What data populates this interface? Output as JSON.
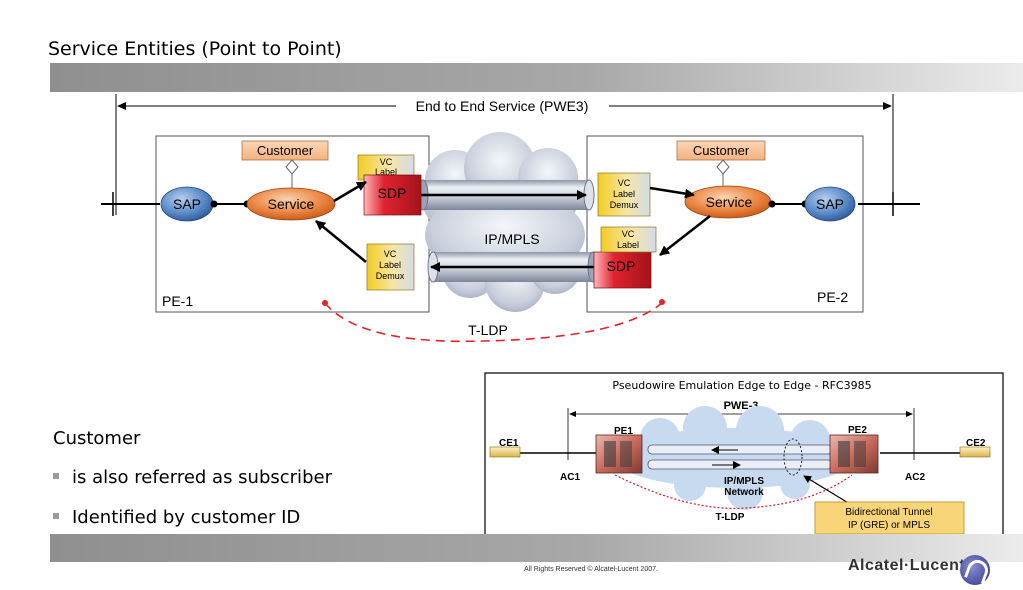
{
  "slide": {
    "title": "Service Entities (Point to Point)",
    "footer": "All Rights Reserved © Alcatel-Lucent 2007.",
    "logo": "Alcatel·Lucent"
  },
  "diagram": {
    "end_to_end_label": "End to End Service (PWE3)",
    "customer_left": "Customer",
    "customer_right": "Customer",
    "sap": "SAP",
    "service": "Service",
    "sdp": "SDP",
    "vc_label_line1": "VC",
    "vc_label_line2": "Label",
    "vc_demux_line3": "Demux",
    "cloud_label": "IP/MPLS",
    "pe1": "PE-1",
    "pe2": "PE-2",
    "tldp": "T-LDP"
  },
  "inset": {
    "title": "Pseudowire Emulation Edge to Edge - RFC3985",
    "pwe3": "PWE-3",
    "pe1": "PE1",
    "pe2": "PE2",
    "ce1": "CE1",
    "ce2": "CE2",
    "ac1": "AC1",
    "ac2": "AC2",
    "network_line1": "IP/MPLS",
    "network_line2": "Network",
    "tldp": "T-LDP",
    "tunnel_line1": "Bidirectional Tunnel",
    "tunnel_line2": "IP (GRE) or MPLS"
  },
  "bullets": {
    "heading": "Customer",
    "items": [
      "is also referred as subscriber",
      "Identified by customer ID"
    ]
  },
  "colors": {
    "customer_box": "#f9c79a",
    "vc_label": "#f2cf2e",
    "sdp_red": "#e0232f",
    "sap_blue": "#4f7fbe",
    "service_orange": "#e8762d",
    "tldp_red": "#e1242b",
    "tunnel_callout": "#f9d57a"
  }
}
